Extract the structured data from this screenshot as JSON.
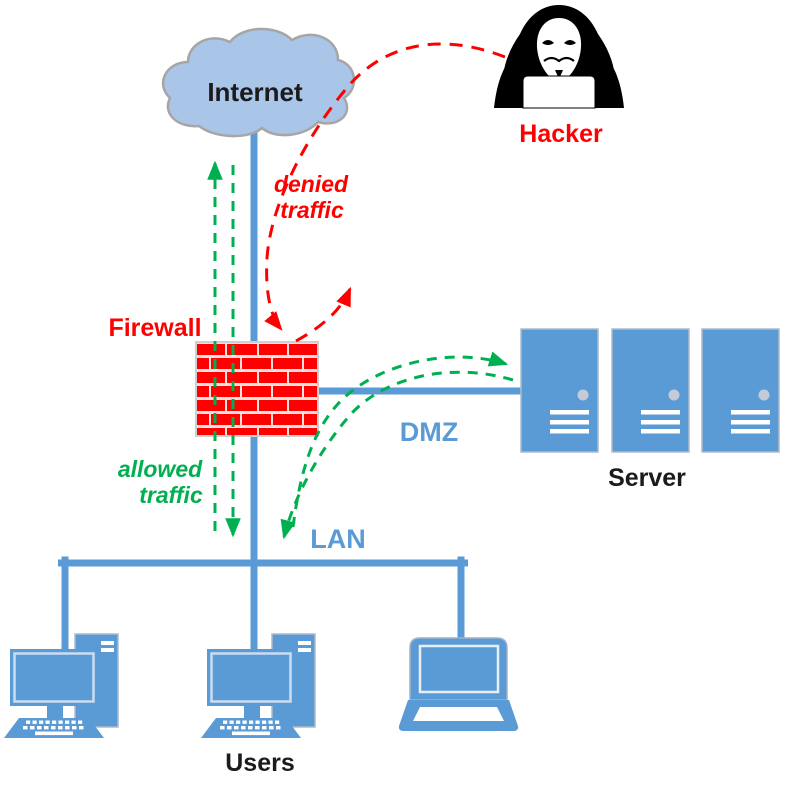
{
  "diagram": {
    "type": "network-security-diagram",
    "nodes": {
      "internet": "Internet",
      "hacker": "Hacker",
      "firewall": "Firewall",
      "dmz": "DMZ",
      "lan": "LAN",
      "server": "Server",
      "users": "Users"
    },
    "flows": {
      "denied": {
        "line1": "denied",
        "line2": "traffic",
        "color": "#FF0000",
        "style": "dashed"
      },
      "allowed": {
        "line1": "allowed",
        "line2": "traffic",
        "color": "#00B050",
        "style": "dashed"
      }
    },
    "colors": {
      "node_blue": "#5B9BD5",
      "cloud_fill": "#A9C5E8",
      "cloud_stroke": "#A6A6A6",
      "allowed_green": "#00B050",
      "denied_red": "#FF0000",
      "brick_red": "#FE0000",
      "mortar": "#F6DFDF",
      "label_black": "#1B1B1B"
    }
  }
}
